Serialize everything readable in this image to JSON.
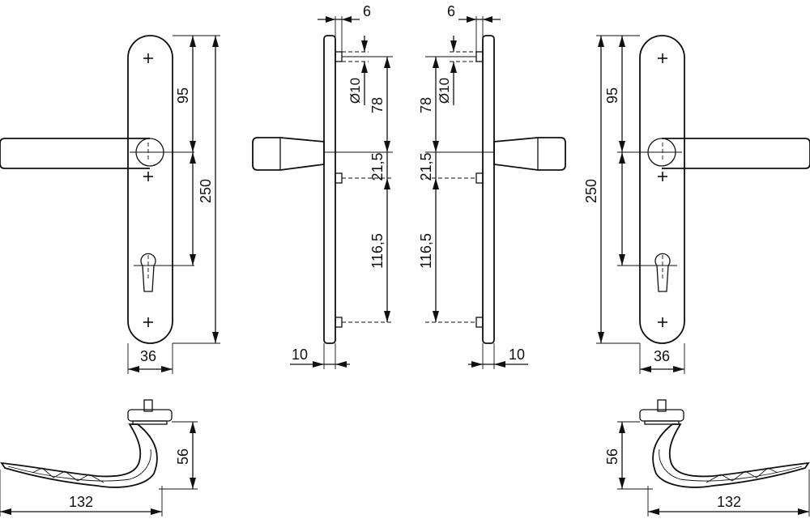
{
  "dimensions": {
    "left_front": {
      "width": "36",
      "top_to_handle": "95",
      "overall_height": "250"
    },
    "left_side": {
      "rose_offset": "6",
      "hole_diameter": "Ø10",
      "top_to_handle": "78",
      "handle_to_screw": "21,5",
      "screw_to_screw": "116,5",
      "plate_thickness": "10"
    },
    "right_side": {
      "rose_offset": "6",
      "hole_diameter": "Ø10",
      "top_to_handle": "78",
      "handle_to_screw": "21,5",
      "screw_to_screw": "116,5",
      "plate_thickness": "10"
    },
    "right_front": {
      "width": "36",
      "top_to_handle": "95",
      "overall_height": "250"
    },
    "left_lever": {
      "height": "56",
      "length": "132"
    },
    "right_lever": {
      "height": "56",
      "length": "132"
    }
  }
}
